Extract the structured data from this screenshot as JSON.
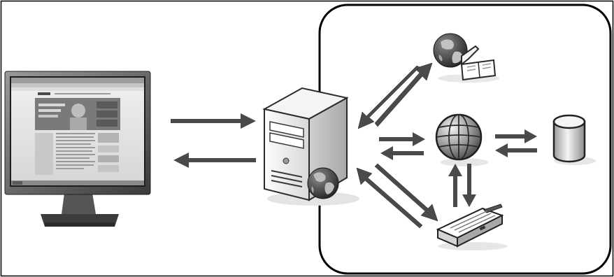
{
  "diagram": {
    "nodes": [
      {
        "id": "client",
        "icon": "monitor-icon"
      },
      {
        "id": "server",
        "icon": "server-icon"
      },
      {
        "id": "web-pages",
        "icon": "globe-document-icon"
      },
      {
        "id": "network",
        "icon": "globe-icon"
      },
      {
        "id": "database",
        "icon": "database-icon"
      },
      {
        "id": "scanner",
        "icon": "scanner-icon"
      }
    ],
    "connections": [
      {
        "from": "client",
        "to": "server",
        "direction": "bidirectional"
      },
      {
        "from": "server",
        "to": "web-pages",
        "direction": "bidirectional"
      },
      {
        "from": "server",
        "to": "network",
        "direction": "bidirectional"
      },
      {
        "from": "server",
        "to": "scanner",
        "direction": "bidirectional"
      },
      {
        "from": "network",
        "to": "database",
        "direction": "bidirectional"
      },
      {
        "from": "network",
        "to": "scanner",
        "direction": "bidirectional"
      }
    ],
    "colors": {
      "outline": "#000000",
      "arrow": "#4a4a4a",
      "icon_dark": "#333333",
      "icon_mid": "#888888",
      "icon_light": "#e6e6e6"
    }
  }
}
